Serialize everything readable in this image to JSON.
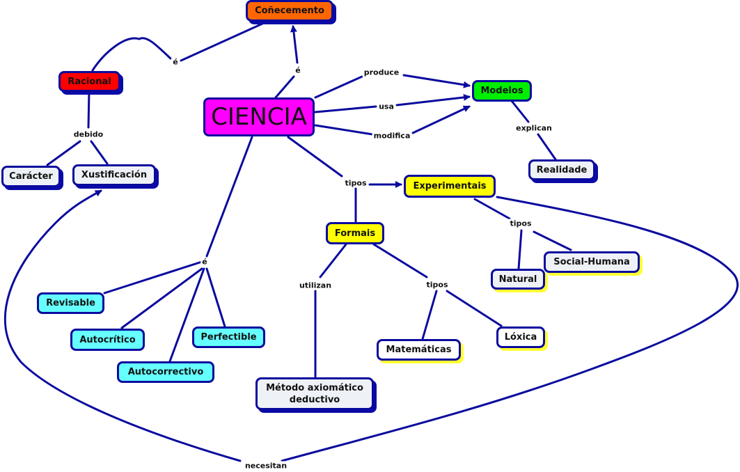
{
  "colors": {
    "line": "#0a0a9e",
    "orange": "#ff6600",
    "red": "#ff0000",
    "magenta": "#ff00ff",
    "green": "#00ee00",
    "yellow": "#ffff00",
    "cyan": "#66ffff",
    "pale": "#eef2f6"
  },
  "nodes": {
    "conecemento": "Coñecemento",
    "racional": "Racional",
    "ciencia": "CIENCIA",
    "modelos": "Modelos",
    "caracter": "Carácter",
    "xustificacion": "Xustificación",
    "realidade": "Realidade",
    "experimentais": "Experimentais",
    "formais": "Formais",
    "social_humana": "Social-Humana",
    "natural": "Natural",
    "loxica": "Lóxica",
    "matematicas": "Matemáticas",
    "metodo": "Método axiomático deductivo",
    "revisable": "Revisable",
    "autocritico": "Autocrítico",
    "perfectible": "Perfectible",
    "autocorrectivo": "Autocorrectivo"
  },
  "links": {
    "e_conecemento": "é",
    "e_racional": "é",
    "debido": "debido",
    "produce": "produce",
    "usa": "usa",
    "modifica": "modifica",
    "explican": "explican",
    "tipos_ciencia": "tipos",
    "tipos_experimentais": "tipos",
    "tipos_formais": "tipos",
    "utilizan": "utilizan",
    "e_atributos": "é",
    "necesitan": "necesitan"
  }
}
